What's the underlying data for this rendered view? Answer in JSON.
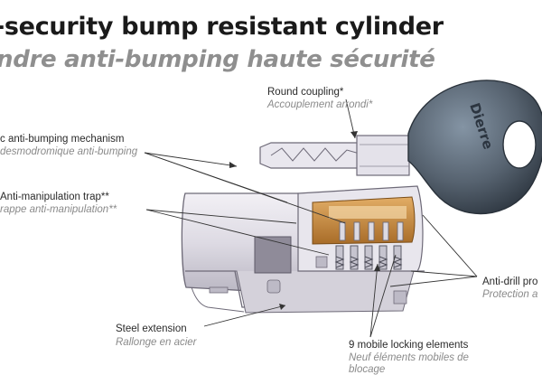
{
  "titles": {
    "en": "-security bump resistant cylinder",
    "fr": "ndre anti-bumping haute sécurité"
  },
  "key": {
    "brand": "Dierre"
  },
  "labels": {
    "round_coupling": {
      "en": "Round coupling*",
      "fr": "Accouplement arrondi*"
    },
    "anti_bumping": {
      "en": "c anti-bumping mechanism",
      "fr": "desmodromique anti-bumping"
    },
    "anti_manipulation": {
      "en": "Anti-manipulation trap**",
      "fr": "rappe anti-manipulation**"
    },
    "anti_drill": {
      "en": "Anti-drill pro",
      "fr": "Protection a"
    },
    "steel_extension": {
      "en": "Steel extension",
      "fr": "Rallonge en acier"
    },
    "locking_elements": {
      "en": "9 mobile locking elements",
      "fr_line1": "Neuf éléments mobiles de",
      "fr_line2": "blocage"
    }
  },
  "colors": {
    "title": "#1a1a1a",
    "subtitle": "#8f8f8f",
    "key_head": "#53606e",
    "brass": "#c98a3e",
    "cylinder": "#e6e3ec"
  }
}
